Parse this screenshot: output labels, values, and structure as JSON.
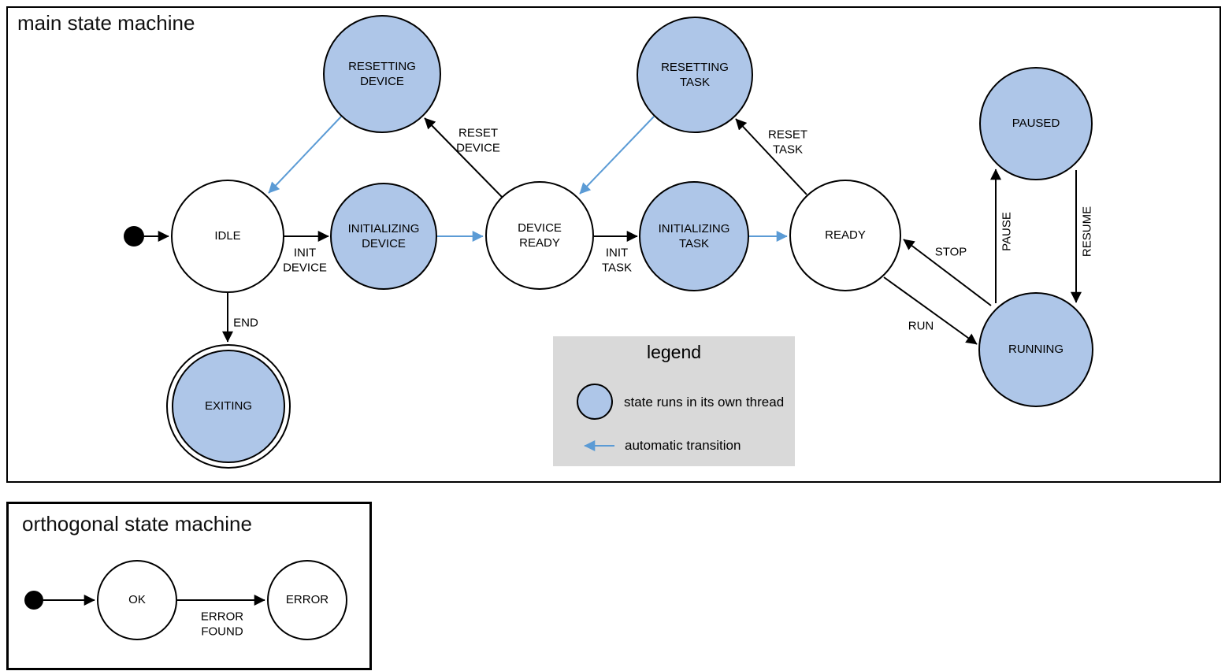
{
  "diagram_type": "state-machine",
  "colors": {
    "threaded_state_fill": "#aec6e8",
    "state_stroke": "#000000",
    "automatic_transition_blue": "#5b9bd5",
    "legend_background": "#d9d9d9"
  },
  "main": {
    "title": "main state machine",
    "states": [
      {
        "id": "idle",
        "label": "IDLE",
        "threaded": false,
        "final": false
      },
      {
        "id": "initializing_device",
        "label": "INITIALIZING DEVICE",
        "threaded": true,
        "final": false
      },
      {
        "id": "device_ready",
        "label": "DEVICE READY",
        "threaded": false,
        "final": false
      },
      {
        "id": "initializing_task",
        "label": "INITIALIZING TASK",
        "threaded": true,
        "final": false
      },
      {
        "id": "ready",
        "label": "READY",
        "threaded": false,
        "final": false
      },
      {
        "id": "resetting_device",
        "label": "RESETTING DEVICE",
        "threaded": true,
        "final": false
      },
      {
        "id": "resetting_task",
        "label": "RESETTING TASK",
        "threaded": true,
        "final": false
      },
      {
        "id": "paused",
        "label": "PAUSED",
        "threaded": true,
        "final": false
      },
      {
        "id": "running",
        "label": "RUNNING",
        "threaded": true,
        "final": false
      },
      {
        "id": "exiting",
        "label": "EXITING",
        "threaded": true,
        "final": true
      }
    ],
    "edges": [
      {
        "from": "start",
        "to": "idle",
        "label": "",
        "kind": "initial"
      },
      {
        "from": "idle",
        "to": "initializing_device",
        "label": "INIT\nDEVICE",
        "kind": "event"
      },
      {
        "from": "initializing_device",
        "to": "device_ready",
        "label": "",
        "kind": "automatic"
      },
      {
        "from": "device_ready",
        "to": "resetting_device",
        "label": "RESET\nDEVICE",
        "kind": "event"
      },
      {
        "from": "resetting_device",
        "to": "idle",
        "label": "",
        "kind": "automatic"
      },
      {
        "from": "device_ready",
        "to": "initializing_task",
        "label": "INIT\nTASK",
        "kind": "event"
      },
      {
        "from": "initializing_task",
        "to": "ready",
        "label": "",
        "kind": "automatic"
      },
      {
        "from": "ready",
        "to": "resetting_task",
        "label": "RESET\nTASK",
        "kind": "event"
      },
      {
        "from": "resetting_task",
        "to": "device_ready",
        "label": "",
        "kind": "automatic"
      },
      {
        "from": "ready",
        "to": "running",
        "label": "RUN",
        "kind": "event"
      },
      {
        "from": "running",
        "to": "ready",
        "label": "STOP",
        "kind": "event"
      },
      {
        "from": "running",
        "to": "paused",
        "label": "PAUSE",
        "kind": "event"
      },
      {
        "from": "paused",
        "to": "running",
        "label": "RESUME",
        "kind": "event"
      },
      {
        "from": "idle",
        "to": "exiting",
        "label": "END",
        "kind": "event"
      }
    ]
  },
  "legend": {
    "title": "legend",
    "thread_item": "state runs in its own thread",
    "auto_item": "automatic transition"
  },
  "orthogonal": {
    "title": "orthogonal state machine",
    "states": [
      {
        "id": "ok",
        "label": "OK",
        "threaded": false,
        "final": false
      },
      {
        "id": "error",
        "label": "ERROR",
        "threaded": false,
        "final": false
      }
    ],
    "edges": [
      {
        "from": "start",
        "to": "ok",
        "label": "",
        "kind": "initial"
      },
      {
        "from": "ok",
        "to": "error",
        "label": "ERROR\nFOUND",
        "kind": "event"
      }
    ]
  }
}
